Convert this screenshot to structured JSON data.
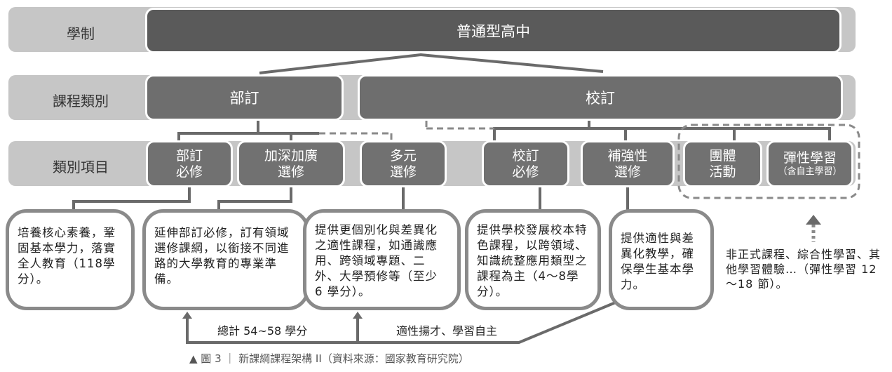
{
  "rows": {
    "system": "學制",
    "category": "課程類別",
    "items": "類別項目"
  },
  "system_box": "普通型高中",
  "categories": {
    "ministry": "部訂",
    "school": "校訂"
  },
  "items": [
    {
      "l1": "部訂",
      "l2": "必修"
    },
    {
      "l1": "加深加廣",
      "l2": "選修"
    },
    {
      "l1": "多元",
      "l2": "選修"
    },
    {
      "l1": "校訂",
      "l2": "必修"
    },
    {
      "l1": "補強性",
      "l2": "選修"
    },
    {
      "l1": "團體",
      "l2": "活動"
    },
    {
      "l1": "彈性學習",
      "l2": "（含自主學習）"
    }
  ],
  "descriptions": [
    "培養核心素養，鞏固基本學力，落實全人教育（118學分）。",
    "延伸部訂必修，訂有領域選修課綱，以銜接不同進路的大學教育的專業準備。",
    "提供更個別化與差異化之適性課程，如通識應用、跨領域專題、二外、大學預修等（至少 6 學分）。",
    "提供學校發展校本特色課程，以跨領域、知識統整應用類型之課程為主（4～8學分）。",
    "提供適性與差異化教學，確保學生基本學力。"
  ],
  "flex_note": "非正式課程、綜合性學習、其他學習體驗…（彈性學習 12～18 節）。",
  "total_label": "總計 54~58 學分",
  "motto_label": "適性揚才、學習自主",
  "caption": "▲ 圖 3 ｜ 新課綱課程架構 II（資料來源：國家教育研究院）"
}
